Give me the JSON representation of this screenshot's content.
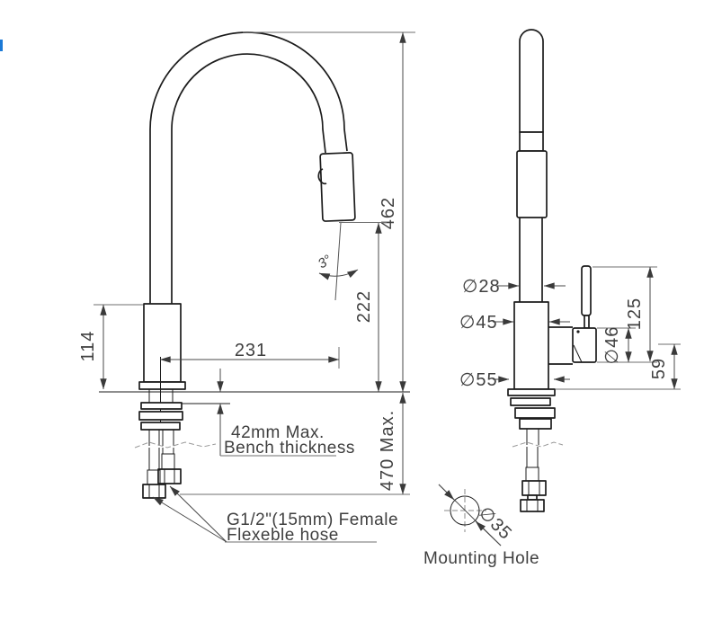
{
  "front_view": {
    "dims": {
      "spout_height": "462",
      "outlet_height": "222",
      "reach": "231",
      "body_height": "114",
      "spray_angle": "3°",
      "below_bench_max": "470 Max."
    },
    "notes": {
      "bench_line1": "42mm Max.",
      "bench_line2": "Bench thickness",
      "hose_line1": "G1/2\"(15mm) Female",
      "hose_line2": "Flexeble hose"
    }
  },
  "side_view": {
    "dims": {
      "spout_diameter": "∅28",
      "body_diameter": "∅45",
      "base_diameter": "∅55",
      "handle_diameter": "∅46",
      "handle_height": "125",
      "outlet_axis_height": "59"
    }
  },
  "mounting_hole": {
    "diameter": "∅35",
    "label": "Mounting Hole"
  },
  "colors": {
    "object_line": "#1c1c1c",
    "dimension_line": "#4a4a4a",
    "text": "#3f3f3f",
    "accent_blue": "#1b79d6"
  }
}
